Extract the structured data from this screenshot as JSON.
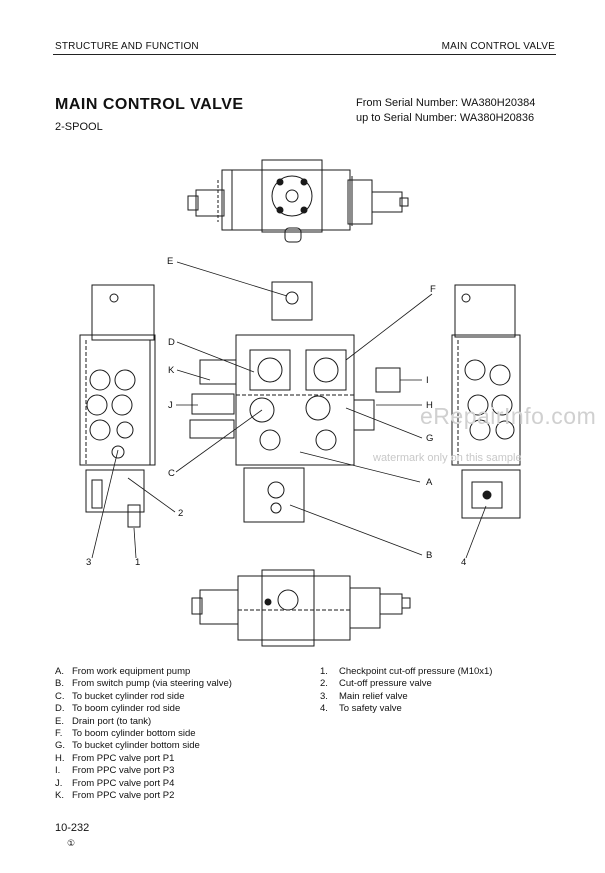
{
  "header": {
    "left": "STRUCTURE AND FUNCTION",
    "right": "MAIN CONTROL VALVE"
  },
  "title": "MAIN CONTROL VALVE",
  "subtitle": "2-SPOOL",
  "serial": {
    "line1": "From Serial Number: WA380H20384",
    "line2": "up to Serial Number: WA380H20836"
  },
  "callouts": {
    "E": "E",
    "F": "F",
    "D": "D",
    "K": "K",
    "I": "I",
    "J": "J",
    "H": "H",
    "G": "G",
    "C": "C",
    "A": "A",
    "B": "B",
    "n1": "1",
    "n2": "2",
    "n3": "3",
    "n4": "4"
  },
  "legend_letters": [
    {
      "key": "A.",
      "text": "From work equipment pump"
    },
    {
      "key": "B.",
      "text": "From switch pump (via steering valve)"
    },
    {
      "key": "C.",
      "text": "To bucket cylinder rod side"
    },
    {
      "key": "D.",
      "text": "To boom cylinder rod side"
    },
    {
      "key": "E.",
      "text": "Drain port (to tank)"
    },
    {
      "key": "F.",
      "text": "To boom cylinder bottom side"
    },
    {
      "key": "G.",
      "text": "To bucket cylinder bottom side"
    },
    {
      "key": "H.",
      "text": "From PPC valve port P1"
    },
    {
      "key": "I.",
      "text": "From PPC valve port P3"
    },
    {
      "key": "J.",
      "text": "From PPC valve port P4"
    },
    {
      "key": "K.",
      "text": "From PPC valve port P2"
    }
  ],
  "legend_numbers": [
    {
      "key": "1.",
      "text": "Checkpoint cut-off pressure (M10x1)"
    },
    {
      "key": "2.",
      "text": "Cut-off pressure valve"
    },
    {
      "key": "3.",
      "text": "Main relief valve"
    },
    {
      "key": "4.",
      "text": "To safety valve"
    }
  ],
  "page_number": "10-232",
  "revision_mark": "①",
  "watermark": {
    "site": "eRepairInfo.com",
    "note": "watermark only on this sample"
  }
}
